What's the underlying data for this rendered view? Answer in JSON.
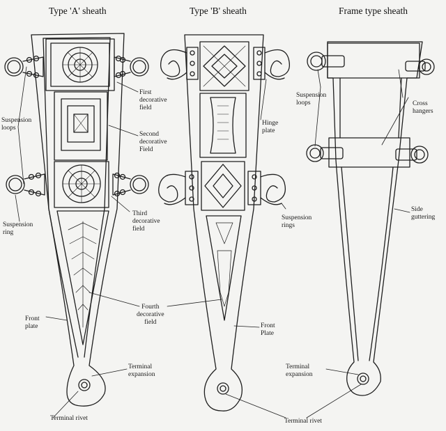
{
  "headings": {
    "type_a": "Type 'A' sheath",
    "type_b": "Type 'B' sheath",
    "frame": "Frame type sheath"
  },
  "labels": {
    "first_field": "First\ndecorative\nfield",
    "second_field": "Second\ndecorative\nField",
    "third_field": "Third\ndecorative\nfield",
    "fourth_field": "Fourth\ndecorative\nfield",
    "suspension_loops_a": "Suspension\nloops",
    "suspension_ring_a": "Suspension\nring",
    "front_plate_a": "Front\nplate",
    "terminal_expansion_a": "Terminal\nexpansion",
    "terminal_rivet_a": "Terminal rivet",
    "hinge_plate": "Hinge\nplate",
    "suspension_rings_b": "Suspension\nrings",
    "front_plate_b": "Front\nPlate",
    "terminal_rivet_b": "Terminal rivet",
    "suspension_loops_frame": "Suspension\nloops",
    "cross_hangers": "Cross\nhangers",
    "side_guttering": "Side\nguttering",
    "terminal_expansion_frame": "Terminal\nexpansion"
  },
  "colors": {
    "ink": "#1e1e1e",
    "paper": "#f4f4f2"
  }
}
